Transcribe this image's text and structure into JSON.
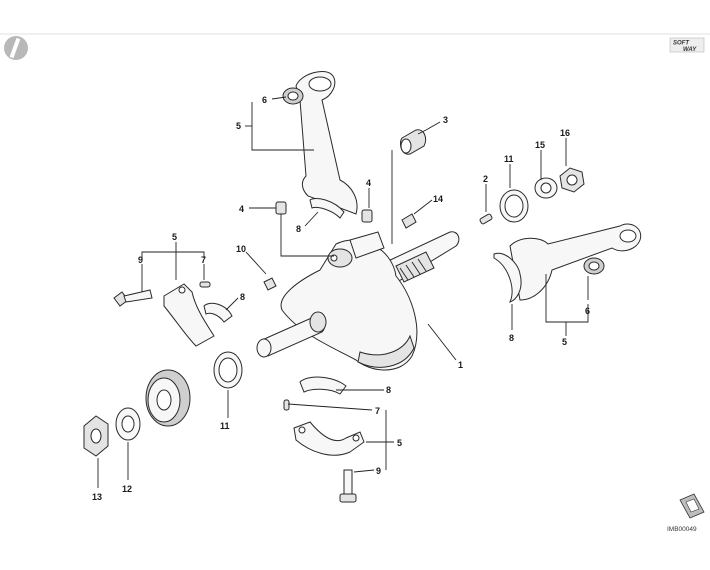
{
  "header": {
    "logo_line1": "SOFT",
    "logo_line2": "WAY"
  },
  "footer": {
    "doc_id": "IMB00049"
  },
  "callouts": [
    {
      "id": "c6a",
      "label": "6"
    },
    {
      "id": "c5a",
      "label": "5"
    },
    {
      "id": "c3",
      "label": "3"
    },
    {
      "id": "c16",
      "label": "16"
    },
    {
      "id": "c15",
      "label": "15"
    },
    {
      "id": "c11a",
      "label": "11"
    },
    {
      "id": "c2",
      "label": "2"
    },
    {
      "id": "c4a",
      "label": "4"
    },
    {
      "id": "c4b",
      "label": "4"
    },
    {
      "id": "c14",
      "label": "14"
    },
    {
      "id": "c8a",
      "label": "8"
    },
    {
      "id": "c10",
      "label": "10"
    },
    {
      "id": "c5b",
      "label": "5"
    },
    {
      "id": "c9a",
      "label": "9"
    },
    {
      "id": "c7a",
      "label": "7"
    },
    {
      "id": "c8b",
      "label": "8"
    },
    {
      "id": "c1",
      "label": "1"
    },
    {
      "id": "c8c",
      "label": "8"
    },
    {
      "id": "c5c",
      "label": "5"
    },
    {
      "id": "c6b",
      "label": "6"
    },
    {
      "id": "c11b",
      "label": "11"
    },
    {
      "id": "c8d",
      "label": "8"
    },
    {
      "id": "c7b",
      "label": "7"
    },
    {
      "id": "c5d",
      "label": "5"
    },
    {
      "id": "c9b",
      "label": "9"
    },
    {
      "id": "c13",
      "label": "13"
    },
    {
      "id": "c12",
      "label": "12"
    }
  ]
}
